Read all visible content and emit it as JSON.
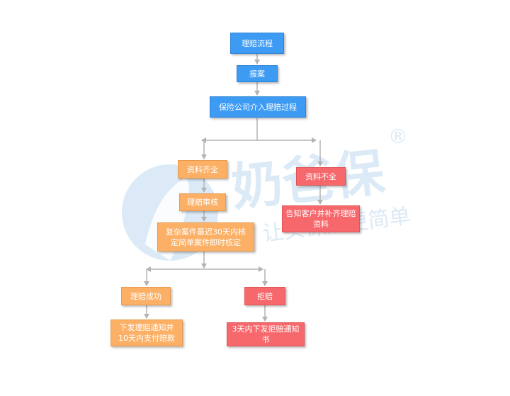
{
  "watermark": {
    "brand": "奶爸保",
    "registered": "®",
    "slogan": "让买保险更简单"
  },
  "nodes": {
    "claim_process": "理赔流程",
    "report": "报案",
    "insurer_intervene": "保险公司介入理赔过程",
    "docs_complete": "资料齐全",
    "docs_incomplete": "资料不全",
    "claim_review": "理赔审核",
    "notify_supplement": "告知客户并补齐理赔\n资料",
    "review_time": "复杂案件最迟30天内核\n定简单案件即时核定",
    "claim_success": "理赔成功",
    "rejected": "拒赔",
    "pay_notice": "下发理赔通知并\n10天内支付赔款",
    "reject_notice": "3天内下发拒赔通知\n书"
  },
  "colors": {
    "blue": "#3d9bf4",
    "orange": "#fbb066",
    "red": "#f7686c",
    "connector": "#b3b3b3",
    "watermark": "#dbeaf6"
  }
}
